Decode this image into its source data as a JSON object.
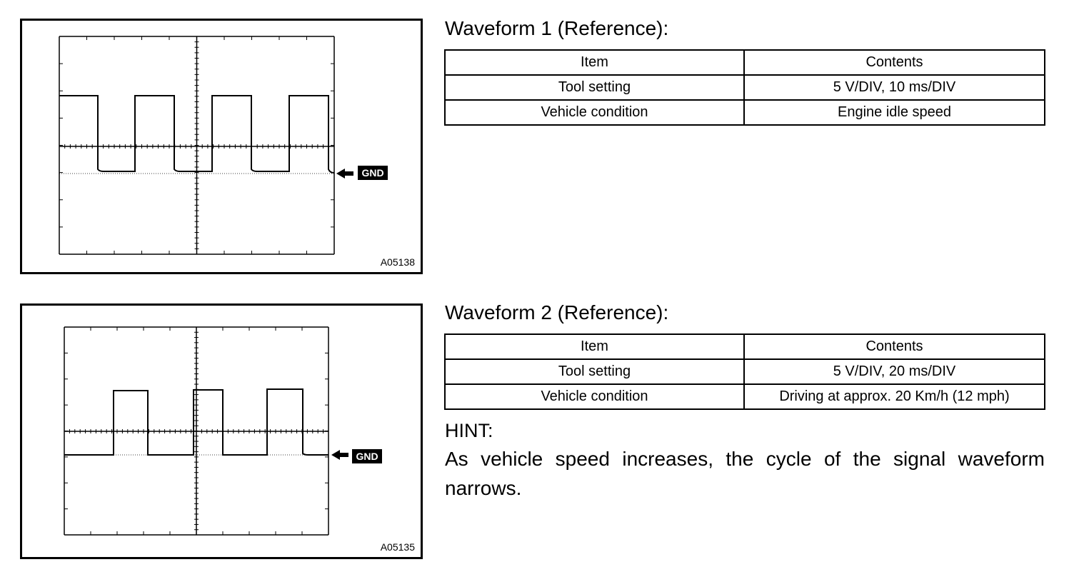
{
  "blocks": [
    {
      "title": "Waveform 1 (Reference):",
      "figure_code": "A05138",
      "ground_label": "GND",
      "table": {
        "headers": [
          "Item",
          "Contents"
        ],
        "rows": [
          [
            "Tool setting",
            "5 V/DIV, 10 ms/DIV"
          ],
          [
            "Vehicle condition",
            "Engine idle speed"
          ]
        ]
      }
    },
    {
      "title": "Waveform 2 (Reference):",
      "figure_code": "A05135",
      "ground_label": "GND",
      "table": {
        "headers": [
          "Item",
          "Contents"
        ],
        "rows": [
          [
            "Tool setting",
            "5 V/DIV, 20 ms/DIV"
          ],
          [
            "Vehicle condition",
            "Driving at approx. 20 Km/h (12 mph)"
          ]
        ]
      }
    }
  ],
  "hint": {
    "label": "HINT:",
    "text": "As vehicle speed increases, the cycle of the signal waveform narrows."
  }
}
